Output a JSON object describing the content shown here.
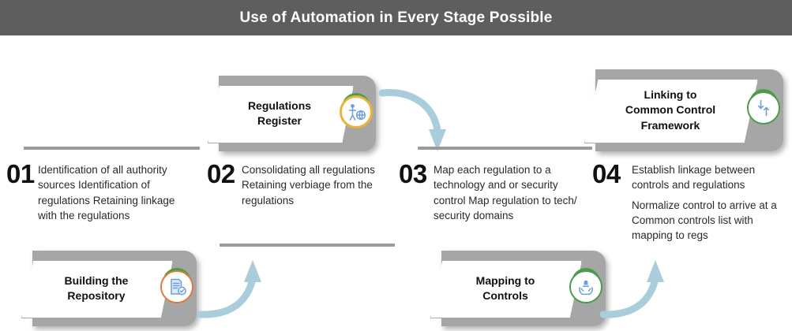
{
  "header": {
    "title": "Use of Automation in Every Stage Possible",
    "bg_color": "#5e5e5e",
    "text_color": "#ffffff"
  },
  "theme": {
    "slab_grey": "#a6a6a6",
    "rule_grey": "#9a9a9a",
    "arrow_blue": "#a9cdda",
    "green": "#4a9d4a",
    "gold": "#e8b53a",
    "orange": "#e07b39",
    "icon_blue": "#6f9fd8"
  },
  "steps": [
    {
      "number": "01",
      "lines": [
        "Identification of all authority sources Identification of regulations Retaining linkage with the regulations"
      ]
    },
    {
      "number": "02",
      "lines": [
        "Consolidating all regulations Retaining verbiage from the regulations"
      ]
    },
    {
      "number": "03",
      "lines": [
        "Map each regulation to a technology and or security control Map regulation to tech/ security domains"
      ]
    },
    {
      "number": "04",
      "lines": [
        "Establish linkage between controls and regulations",
        "Normalize control to arrive at a Common controls list with mapping to regs"
      ]
    }
  ],
  "cards": [
    {
      "id": "building-the-repository",
      "label": "Building the\nRepository",
      "icon": "document-check-icon",
      "ring_color": "#e07b39",
      "arc_color": "#4a9d4a"
    },
    {
      "id": "regulations-register",
      "label": "Regulations\nRegister",
      "icon": "person-globe-icon",
      "ring_color": "#e8b53a",
      "arc_color": "#4a9d4a"
    },
    {
      "id": "mapping-to-controls",
      "label": "Mapping to\nControls",
      "icon": "hands-person-icon",
      "ring_color": "#4a9d4a",
      "arc_color": "#4a9d4a"
    },
    {
      "id": "linking-to-common-control-framework",
      "label": "Linking to\nCommon Control\nFramework",
      "icon": "up-down-arrows-icon",
      "ring_color": "#4a9d4a",
      "arc_color": "#4a9d4a"
    }
  ],
  "arrows": [
    {
      "id": "arrow-repository-to-register",
      "direction": "up-right"
    },
    {
      "id": "arrow-register-to-mapping",
      "direction": "down-right"
    },
    {
      "id": "arrow-mapping-to-linking",
      "direction": "up-right"
    }
  ]
}
